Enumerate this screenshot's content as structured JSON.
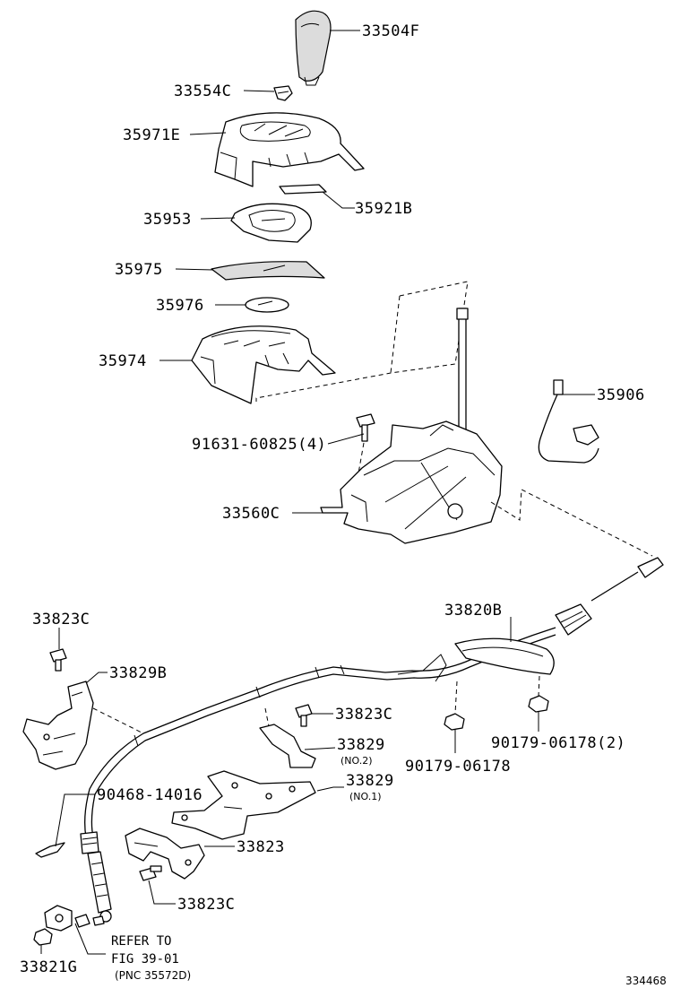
{
  "parts": {
    "p33504F": "33504F",
    "p33554C": "33554C",
    "p35971E": "35971E",
    "p35921B": "35921B",
    "p35953": "35953",
    "p35975": "35975",
    "p35976": "35976",
    "p35974": "35974",
    "p35906": "35906",
    "p91631": "91631-60825(4)",
    "p33560C": "33560C",
    "p33820B": "33820B",
    "p33823C_top": "33823C",
    "p33829B": "33829B",
    "p33823C_mid": "33823C",
    "p33829_no2": "33829",
    "no2": "(NO.2)",
    "p90179_a": "90179-06178",
    "p90179_b": "90179-06178(2)",
    "p90468": "90468-14016",
    "p33829_no1": "33829",
    "no1": "(NO.1)",
    "p33823": "33823",
    "p33823C_bot": "33823C",
    "p33821G": "33821G"
  },
  "refer": {
    "line1": "REFER TO",
    "line2": "FIG 39-01",
    "line3": "(PNC 35572D)"
  },
  "figure_number": "334468"
}
